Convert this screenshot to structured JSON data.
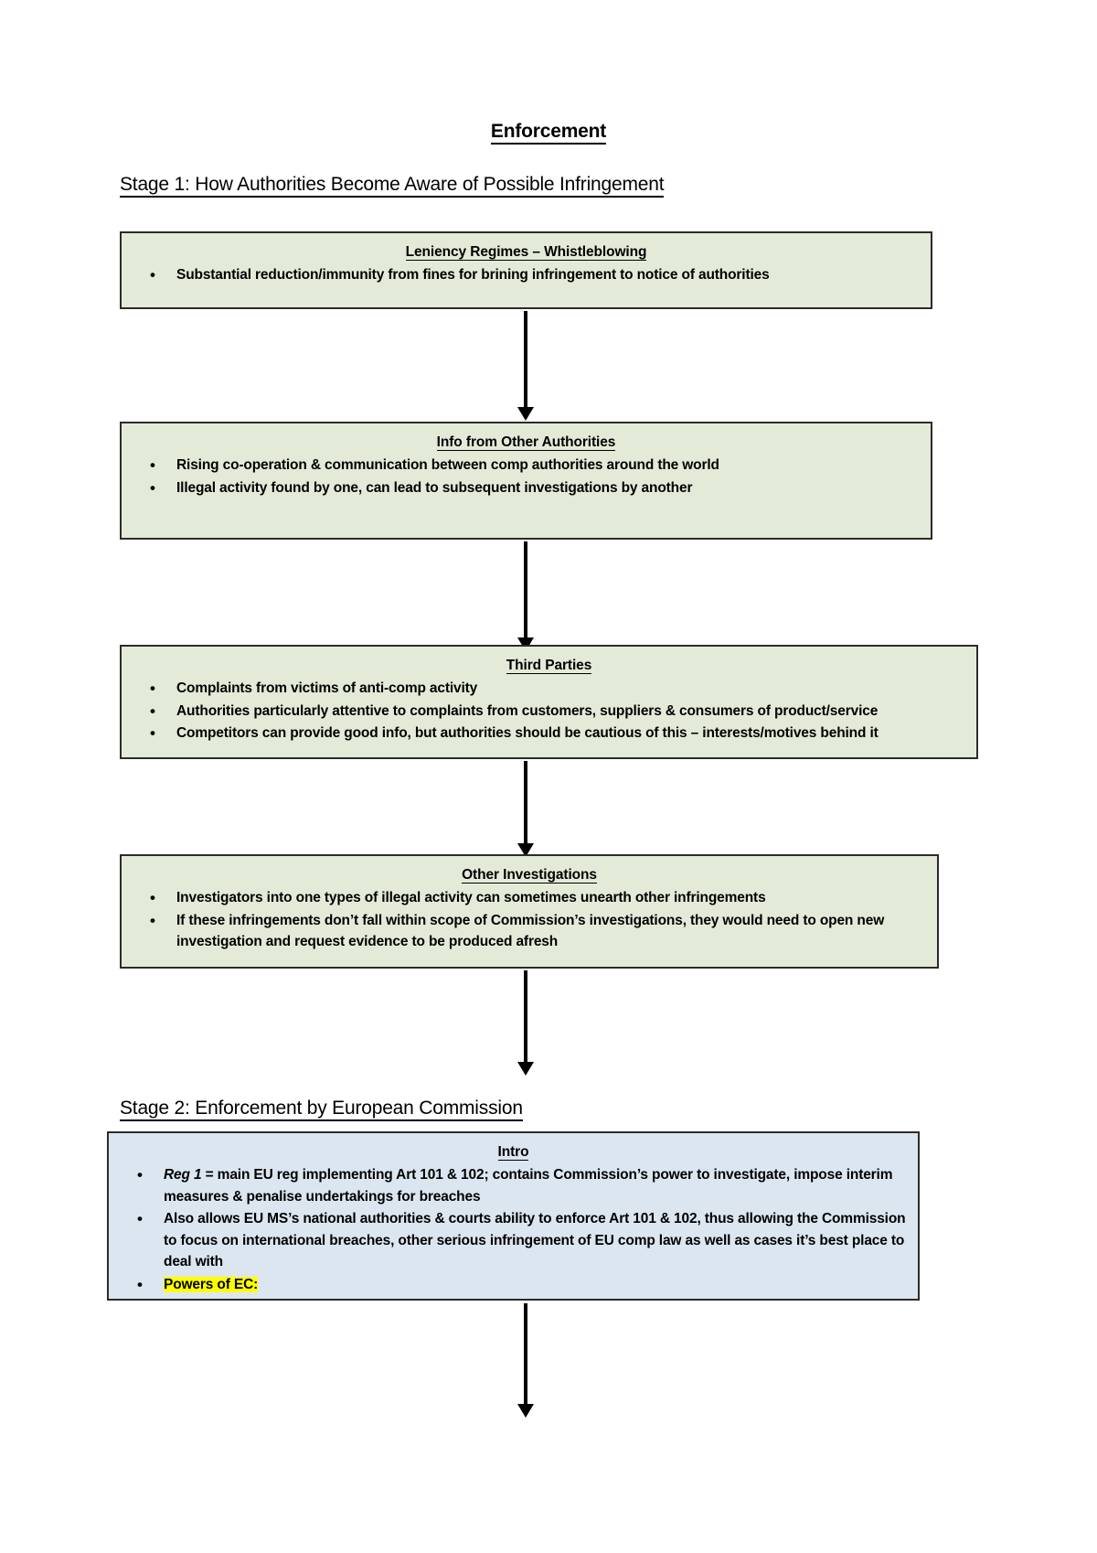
{
  "document": {
    "title": "Enforcement",
    "colors": {
      "green_box_fill": "#e3ebd8",
      "blue_box_fill": "#dce6f1",
      "box_border": "#2b2b2b",
      "highlight": "#ffff00"
    }
  },
  "stage1": {
    "heading": "Stage 1: How Authorities Become Aware of Possible Infringement",
    "boxes": [
      {
        "title": "Leniency Regimes – Whistleblowing",
        "bullets": [
          "Substantial reduction/immunity from fines for brining infringement to notice of authorities"
        ]
      },
      {
        "title": "Info from Other Authorities",
        "bullets": [
          "Rising co-operation & communication between comp authorities around the world",
          "Illegal activity found by one, can lead to subsequent investigations by another"
        ]
      },
      {
        "title": "Third Parties",
        "bullets": [
          "Complaints from victims of anti-comp activity",
          "Authorities particularly attentive to complaints from customers, suppliers & consumers of product/service",
          "Competitors can provide good info, but authorities should be cautious of this – interests/motives behind it"
        ]
      },
      {
        "title": "Other Investigations",
        "bullets": [
          "Investigators into one types of illegal activity can sometimes unearth other infringements",
          "If these infringements don’t fall within scope of Commission’s investigations, they would need to open new investigation and request evidence to be produced afresh"
        ]
      }
    ]
  },
  "stage2": {
    "heading": "Stage 2: Enforcement by European Commission",
    "box": {
      "title": "Intro",
      "bullets": [
        {
          "italic_lead": "Reg 1",
          "rest": " = main EU reg implementing Art 101 & 102; contains Commission’s power to investigate, impose interim measures & penalise undertakings for breaches"
        },
        {
          "italic_lead": "",
          "rest": "Also allows EU MS’s national authorities & courts ability to enforce Art 101 & 102, thus allowing the Commission to focus on international breaches, other serious infringement of EU comp law as well as cases it’s best place to deal with"
        },
        {
          "italic_lead": "",
          "rest": "",
          "highlighted": "Powers of EC:"
        }
      ]
    }
  }
}
